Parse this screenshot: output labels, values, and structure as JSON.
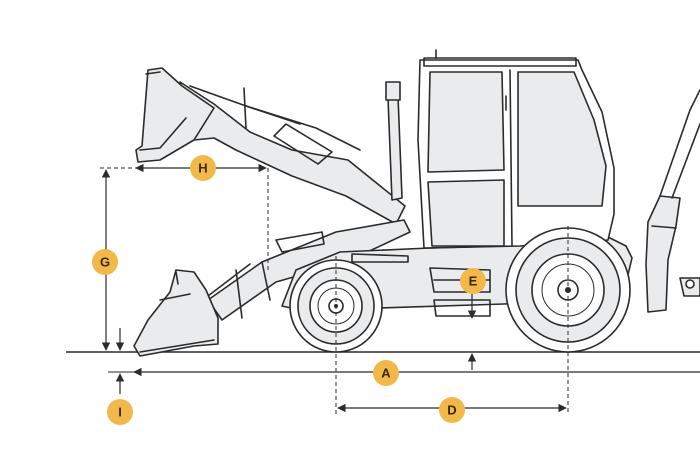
{
  "labels": {
    "A": "A",
    "D": "D",
    "E": "E",
    "G": "G",
    "H": "H",
    "I": "I"
  },
  "colors": {
    "badge": "#f2b94a",
    "outline": "#2b2b2b",
    "fill": "#e9ebed"
  }
}
